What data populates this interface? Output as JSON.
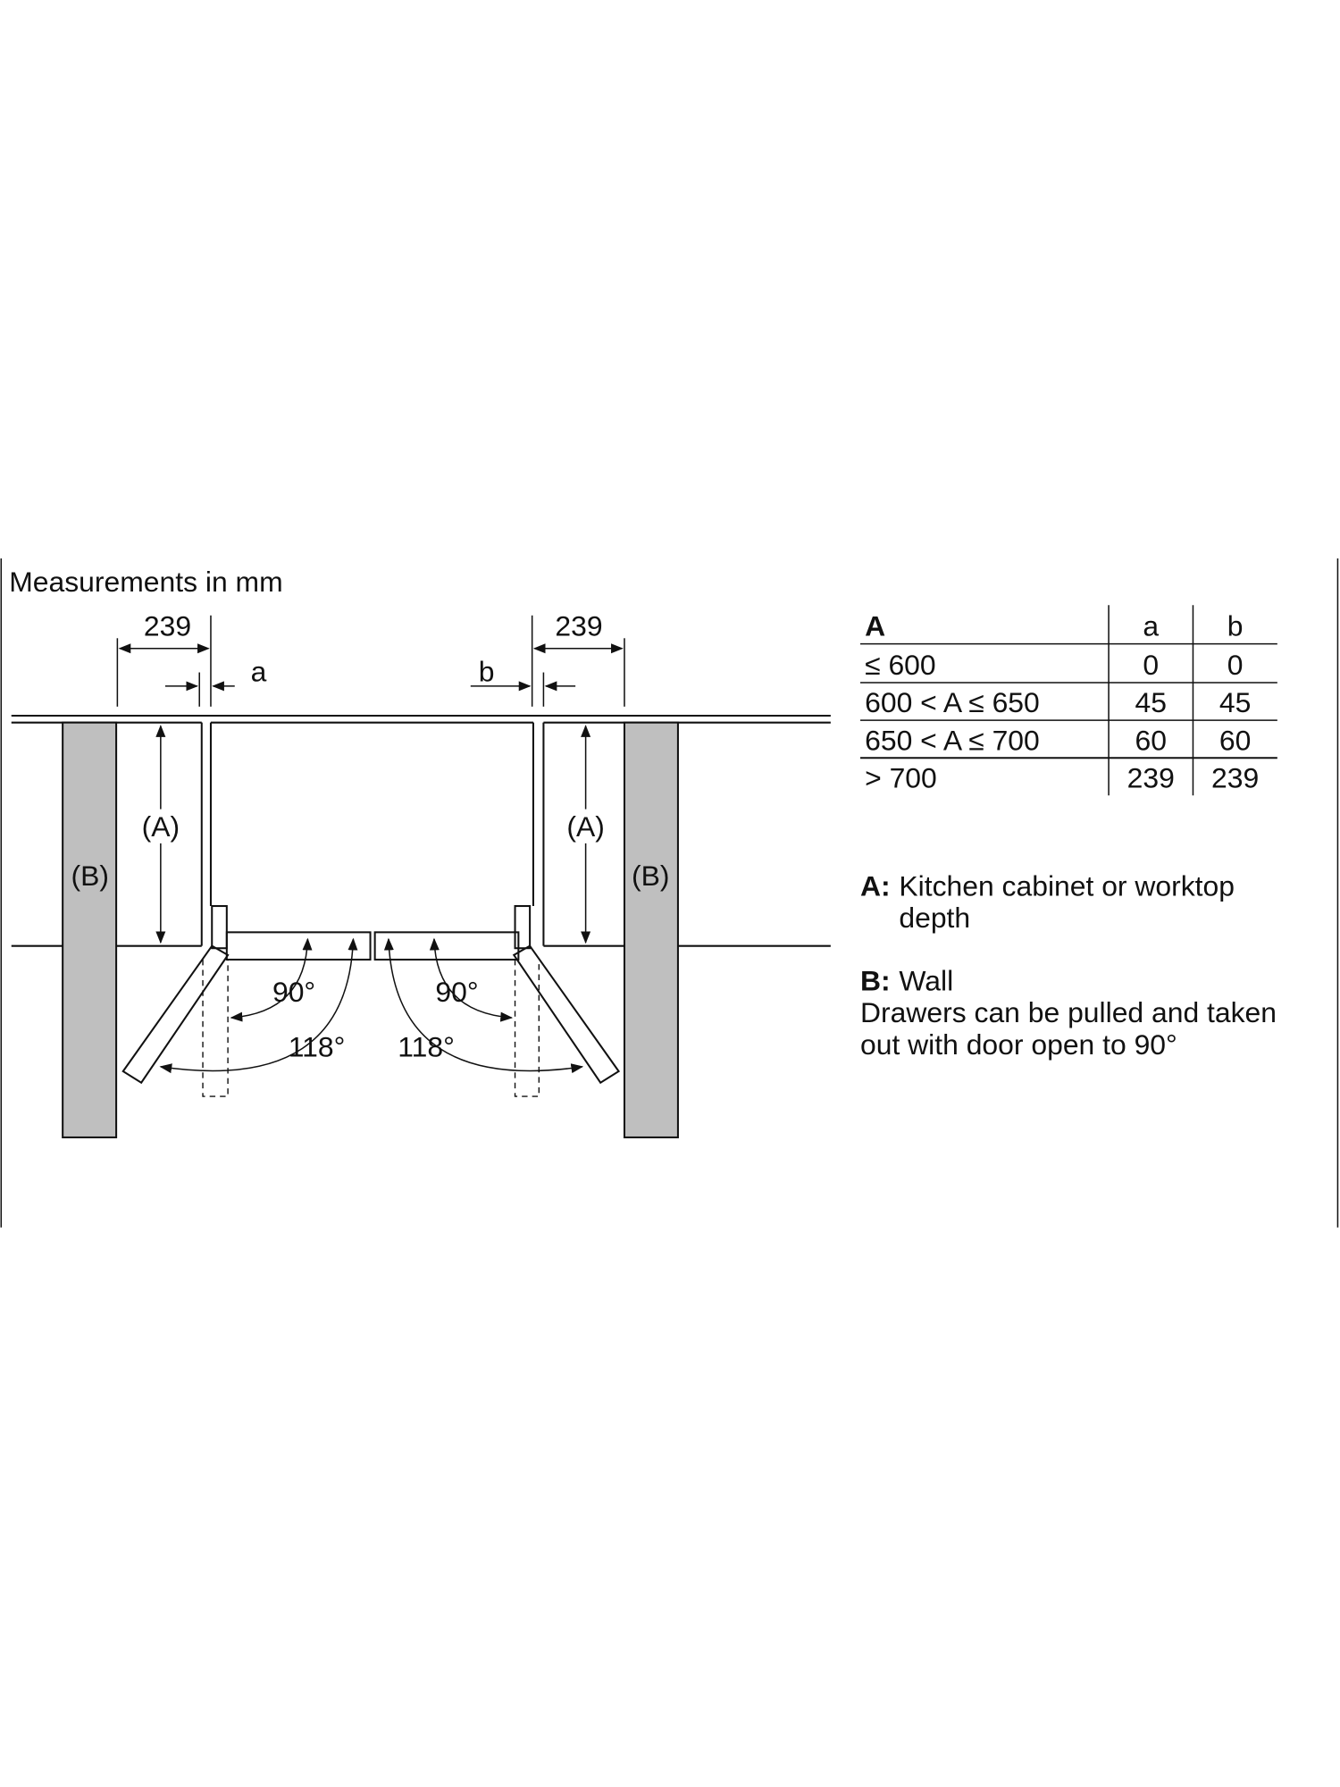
{
  "title": "Measurements in mm",
  "diagram": {
    "dim_left": "239",
    "dim_right": "239",
    "gap_left": "a",
    "gap_right": "b",
    "label_A": "(A)",
    "label_B": "(B)",
    "angle_90": "90°",
    "angle_118": "118°"
  },
  "table": {
    "headers": [
      "A",
      "a",
      "b"
    ],
    "rows": [
      [
        "≤ 600",
        "0",
        "0"
      ],
      [
        "600 < A ≤ 650",
        "45",
        "45"
      ],
      [
        "650 < A ≤ 700",
        "60",
        "60"
      ],
      [
        "> 700",
        "239",
        "239"
      ]
    ]
  },
  "legend": {
    "a_key": "A:",
    "a_text_1": "Kitchen cabinet or worktop",
    "a_text_2": "depth",
    "b_key": "B:",
    "b_text": "Wall",
    "note_1": "Drawers can be pulled and taken",
    "note_2": "out with door open to 90°"
  }
}
